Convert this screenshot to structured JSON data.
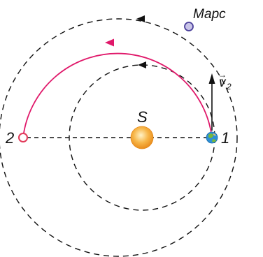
{
  "labels": {
    "sun": "S",
    "mars": "Марс",
    "point_1": "1",
    "point_2": "2",
    "velocity": "v",
    "velocity_sub": "2",
    "velocity_arrow": "→"
  },
  "colors": {
    "orbit": "#111111",
    "transfer_arc": "#e0186a",
    "sun_outer": "#f0a030",
    "sun_inner": "#fde6a8",
    "mars_fill": "#c9c4e8",
    "mars_stroke": "#4a3f9a",
    "earth_blue": "#2c8fd6",
    "earth_green": "#78b83a",
    "point2_fill": "#ffffff",
    "point2_stroke": "#e23a5a"
  }
}
